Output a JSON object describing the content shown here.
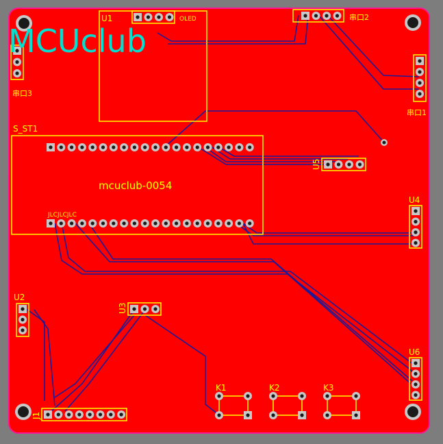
{
  "logo": "MCUclub",
  "board_name": "mcuclub-0054",
  "jlc_mark": "JLCJLCJLC",
  "designators": {
    "u1": "U1",
    "u1_header": "OLED",
    "s_st1": "S_ST1",
    "u5": "U5",
    "u4": "U4",
    "u2": "U2",
    "u3": "U3",
    "u6": "U6",
    "j1": "J1",
    "k1": "K1",
    "k2": "K2",
    "k3": "K3",
    "port1": "串口1",
    "port2": "串口2",
    "port3": "串口3"
  },
  "colors": {
    "background": "#7d7d7d",
    "board": "#ff0000",
    "board_edge": "#ff1493",
    "silkscreen": "#ffff00",
    "bottom_trace": "#1a1aa0",
    "logo": "#00e0d0",
    "pad": "#c8c8c8",
    "hole": "#1a1a1a"
  }
}
